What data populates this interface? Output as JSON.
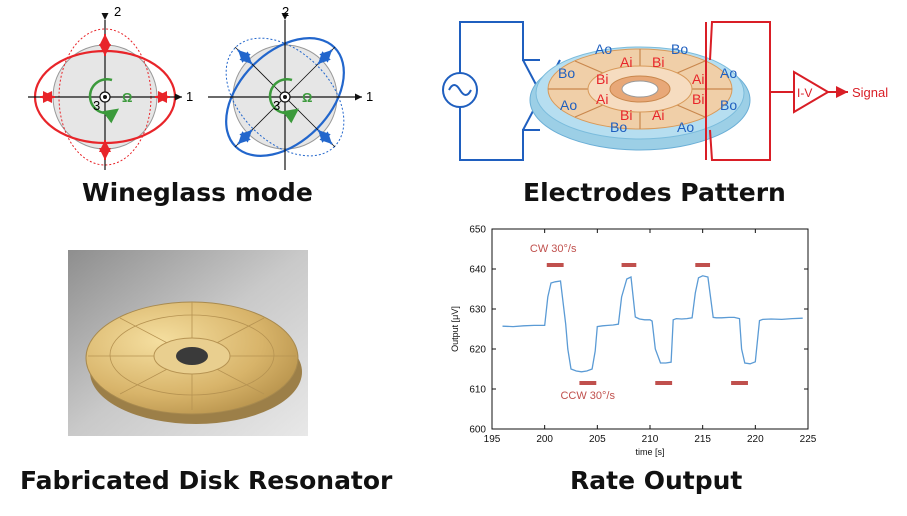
{
  "captions": {
    "wineglass": "Wineglass mode",
    "electrodes": "Electrodes Pattern",
    "fabricated": "Fabricated Disk Resonator",
    "rate": "Rate Output"
  },
  "wineglass": {
    "axis_1": "1",
    "axis_2": "2",
    "axis_3": "3",
    "omega": "Ω"
  },
  "electrodes": {
    "labels": [
      "Ao",
      "Bo",
      "Bo",
      "Ao",
      "Ao",
      "Ao",
      "Bo",
      "Bo",
      "Ai",
      "Bi",
      "Bi",
      "Ai",
      "Ai",
      "Bi",
      "Bi",
      "Ai"
    ],
    "iv_label": "I-V",
    "signal_label": "Signal"
  },
  "colors": {
    "red": "#e8252a",
    "blue": "#2266cc",
    "green": "#3c9a3c",
    "trace": "#5b9bd5",
    "bar": "#c0504d",
    "circuit_blue": "#1f5fbf",
    "circuit_red": "#d91e26"
  },
  "chart_data": {
    "type": "line",
    "xlabel": "time [s]",
    "ylabel": "Output [μV]",
    "xlim": [
      195,
      225
    ],
    "ylim": [
      600,
      650
    ],
    "xticks": [
      195,
      200,
      205,
      210,
      215,
      220,
      225
    ],
    "yticks": [
      600,
      610,
      620,
      630,
      640,
      650
    ],
    "series": [
      {
        "x": [
          196,
          197,
          198,
          199,
          200,
          200.3,
          200.6,
          201,
          201.5,
          202,
          202.2,
          202.5,
          203,
          203.5,
          204,
          204.5,
          204.8,
          205,
          205.5,
          206,
          206.5,
          207,
          207.3,
          207.8,
          208.2,
          208.6,
          209,
          209.5,
          210,
          210.2,
          210.5,
          211,
          211.5,
          212,
          212.2,
          212.5,
          213,
          213.5,
          214,
          214.3,
          214.6,
          215,
          215.5,
          216,
          216.3,
          216.8,
          217.5,
          218,
          218.5,
          218.7,
          219,
          219.5,
          220,
          220.4,
          220.7,
          221.5,
          222.5,
          223.5,
          224.5
        ],
        "y": [
          625.7,
          625.6,
          625.8,
          625.9,
          625.9,
          633,
          636.5,
          636.8,
          637,
          626.2,
          620,
          615,
          614.5,
          614.3,
          614.5,
          615,
          619.5,
          625.6,
          625.8,
          625.9,
          626,
          626.2,
          633,
          637.5,
          638,
          628,
          627.5,
          627.3,
          627.3,
          627,
          620,
          616.5,
          616.5,
          616.7,
          627.3,
          627.6,
          627.5,
          627.6,
          627.8,
          634,
          637.8,
          638.3,
          638,
          627.9,
          627.8,
          627.8,
          627.9,
          627.9,
          627.6,
          620,
          616.5,
          616.3,
          616.8,
          627.1,
          627.4,
          627.5,
          627.4,
          627.6,
          627.7
        ]
      }
    ],
    "cw_label": "CW 30°/s",
    "ccw_label": "CCW 30°/s",
    "cw_bars": [
      [
        200.2,
        201.8,
        641
      ],
      [
        207.3,
        208.7,
        641
      ],
      [
        214.3,
        215.7,
        641
      ]
    ],
    "ccw_bars": [
      [
        203.3,
        204.9,
        611.5
      ],
      [
        210.5,
        212.1,
        611.5
      ],
      [
        217.7,
        219.3,
        611.5
      ]
    ]
  }
}
